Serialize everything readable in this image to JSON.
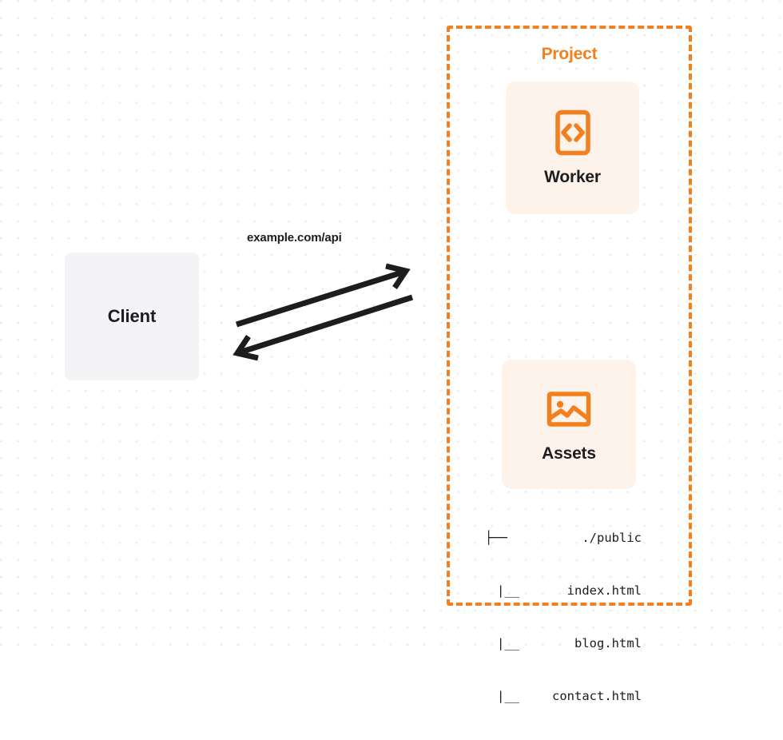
{
  "diagram": {
    "background": {
      "style": "dot-grid",
      "dot_color": "#ededee",
      "page_color": "#ffffff"
    },
    "colors": {
      "accent": "#f38020",
      "card_fill": "#fdf3ea",
      "client_fill": "#f4f4f6",
      "text": "#1d1d1f"
    },
    "client": {
      "label": "Client"
    },
    "connection": {
      "label": "example.com/api",
      "request_direction": "client-to-project",
      "response_direction": "project-to-client"
    },
    "project": {
      "title": "Project",
      "services": [
        {
          "label": "Worker",
          "icon": "code-brackets-icon"
        },
        {
          "label": "Assets",
          "icon": "image-icon"
        }
      ],
      "file_tree": [
        {
          "branch": "├──",
          "name": "./public",
          "level": 0
        },
        {
          "branch": "|__",
          "name": "index.html",
          "level": 1
        },
        {
          "branch": "|__",
          "name": "blog.html",
          "level": 1
        },
        {
          "branch": "|__",
          "name": "contact.html",
          "level": 1
        }
      ]
    }
  }
}
